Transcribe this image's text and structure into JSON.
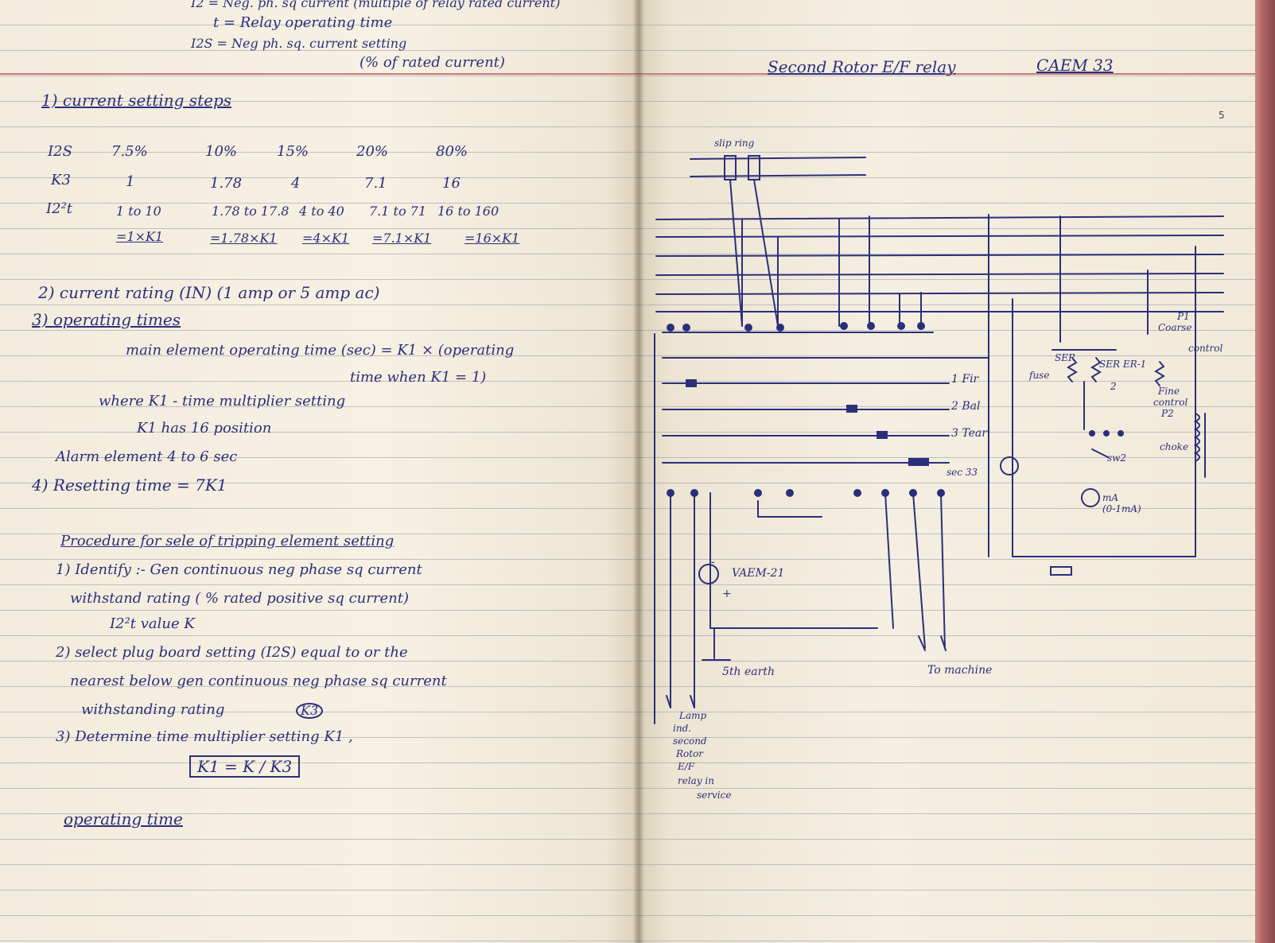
{
  "left_page": {
    "top_notes": {
      "line1": "I2 = Neg. ph. sq current (multiple of relay rated current)",
      "line2": "t = Relay operating time",
      "line3": "I2S = Neg ph. sq. current setting",
      "line4": "(% of rated current)"
    },
    "sec1": {
      "heading": "1) current setting steps",
      "rows": [
        {
          "label": "I2S",
          "values": [
            "7.5%",
            "10%",
            "15%",
            "20%",
            "80%"
          ]
        },
        {
          "label": "K3",
          "values": [
            "1",
            "1.78",
            "4",
            "7.1",
            "16"
          ]
        },
        {
          "label": "I2²t",
          "values": [
            "1 to 10",
            "1.78 to 17.8",
            "4 to 40",
            "7.1 to 71",
            "16 to 160"
          ]
        },
        {
          "label": "",
          "values": [
            "=1×K1",
            "=1.78×K1",
            "=4×K1",
            "=7.1×K1",
            "=16×K1"
          ]
        }
      ]
    },
    "sec2": {
      "text": "2) current rating (IN) (1 amp or 5 amp ac)"
    },
    "sec3": {
      "heading": "3) operating times",
      "line1": "main element operating time (sec) = K1 × (operating",
      "line2": "time when K1 = 1)",
      "line3": "where K1 - time multiplier setting",
      "line4": "K1 has 16 position",
      "line5": "Alarm element  4 to 6 sec"
    },
    "sec4": {
      "text": "4) Resetting time  = 7K1"
    },
    "procedure": {
      "heading": "Procedure for sele of tripping element setting",
      "step1_line1": "1) Identify :- Gen continuous neg phase sq current",
      "step1_line2": "withstand rating ( % rated positive sq current)",
      "step1_line3": "I2²t value K",
      "step2_line1": "2) select plug board setting (I2S) equal to or the",
      "step2_line2": "nearest below gen continuous neg phase sq current",
      "step2_line3": "withstanding rating",
      "step2_circle": "K3",
      "step3_line1": "3) Determine time multiplier setting K1 ,",
      "formula": "K1 = K / K3",
      "footer": "operating time"
    }
  },
  "right_page": {
    "title": "Second Rotor E/F relay",
    "relay_code": "CAEM 33",
    "page_number": "5",
    "diagram": {
      "slip_ring": "slip ring",
      "trip_labels": [
        "1 Fir",
        "2 Bal",
        "3 Tear"
      ],
      "sec33": "sec 33",
      "vaem": "VAEM-21",
      "plus": "+",
      "minus": "-",
      "earth": "5th earth",
      "machine": "To machine",
      "lamp": "Lamp",
      "lamp_note": [
        "ind.",
        "second",
        "Rotor",
        "E/F",
        "relay in",
        "service"
      ],
      "p1": [
        "P1",
        "Coarse",
        "control"
      ],
      "fine": [
        "Fine",
        "control",
        "P2"
      ],
      "choke": "choke",
      "ser": [
        "SER",
        "SER ER-1",
        "2"
      ],
      "ma": [
        "mA",
        "(0-1mA)"
      ],
      "sw2": "sw2",
      "fuse": "fuse"
    }
  },
  "colors": {
    "ink": "#2b2f7a",
    "paper": "#f5efe2",
    "rule": "#9696aa",
    "margin": "#c97a7a"
  }
}
